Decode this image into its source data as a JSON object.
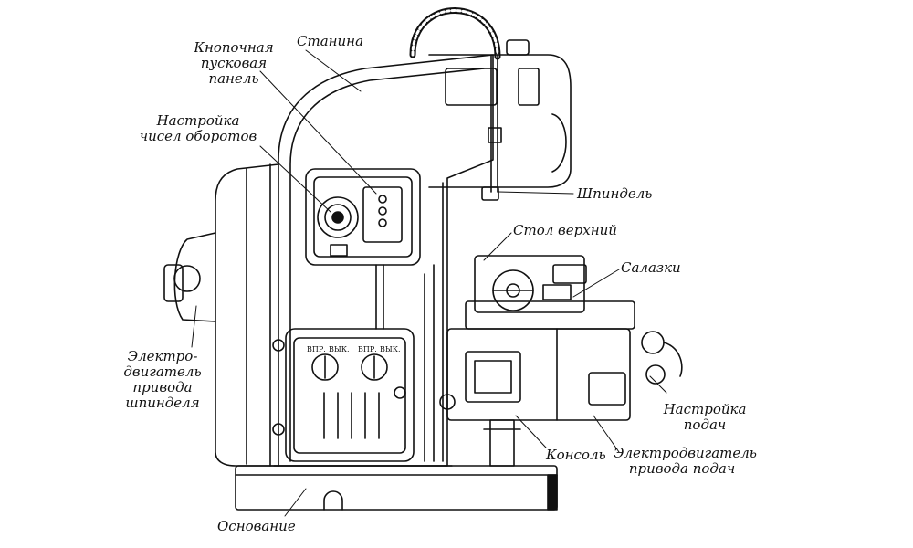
{
  "diagram": {
    "colors": {
      "line": "#111111",
      "background": "#ffffff"
    },
    "labels": {
      "stanina": "Станина",
      "knopochnaya_panel": [
        "Кнопочная",
        "пусковая",
        "панель"
      ],
      "nastroyka_oborotov": [
        "Настройка",
        "чисел оборотов"
      ],
      "shpindel": "Шпиндель",
      "stol_verkhniy": "Стол верхний",
      "salazki": "Салазки",
      "elektrodvigatel_shpindelya": [
        "Электро-",
        "двигатель",
        "привода",
        "шпинделя"
      ],
      "nastroyka_podach": [
        "Настройка",
        "подач"
      ],
      "konsol": "Консоль",
      "elektrodvigatel_podach": [
        "Электродвигатель",
        "привода подач"
      ],
      "osnovanie": "Основание"
    },
    "knob_labels": [
      "ВПР.",
      "ВЫК.",
      "ВПР.",
      "ВЫК."
    ]
  }
}
